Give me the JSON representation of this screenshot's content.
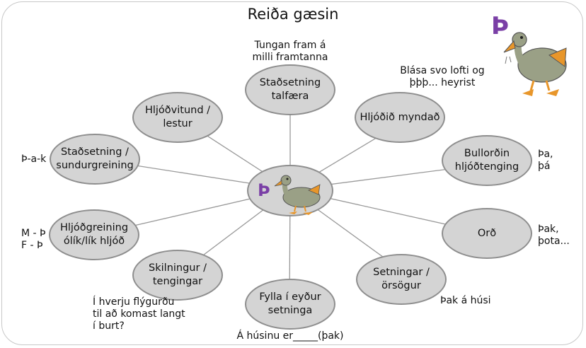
{
  "title": "Reiða gæsin",
  "center": {
    "letter": "Þ",
    "icon": "goose-icon"
  },
  "corner": {
    "letter": "Þ",
    "icon": "goose-icon"
  },
  "colors": {
    "node_fill": "#d4d4d4",
    "node_border": "#8e8e8e",
    "letter": "#7a3fa6",
    "goose_body": "#9aa086",
    "goose_beak": "#e8962a"
  },
  "nodes": [
    {
      "id": "stadsetning-talfaera",
      "label": "Staðsetning\ntalfæra",
      "note": "Tungan fram á\nmilli framtanna"
    },
    {
      "id": "hljodid-myndad",
      "label": "Hljóðið myndað",
      "note": "Blása svo lofti og\nþþþ... heyrist"
    },
    {
      "id": "bullordin",
      "label": "Bullorðin\nhljóðtenging",
      "note": "Þa,\nþá"
    },
    {
      "id": "ord",
      "label": "Orð",
      "note": "Þak,\nþota..."
    },
    {
      "id": "setningar-orsogur",
      "label": "Setningar /\nörsögur",
      "note": "Þak á húsi"
    },
    {
      "id": "fylla-i-eydur",
      "label": "Fylla í eyður\nsetninga",
      "note": "Á húsinu er_____(þak)"
    },
    {
      "id": "skilningur-tengingar",
      "label": "Skilningur /\ntengingar",
      "note": "Í hverju flýgurðu\ntil að komast langt\ní burt?"
    },
    {
      "id": "hljodgreining",
      "label": "Hljóðgreining\nólík/lík hljóð",
      "note": "M - Þ\nF - Þ"
    },
    {
      "id": "stadsetning-sundurgreining",
      "label": "Staðsetning /\nsundurgreining",
      "note": "Þ-a-k"
    },
    {
      "id": "hljodvitund-lestur",
      "label": "Hljóðvitund /\nlestur",
      "note": ""
    }
  ]
}
